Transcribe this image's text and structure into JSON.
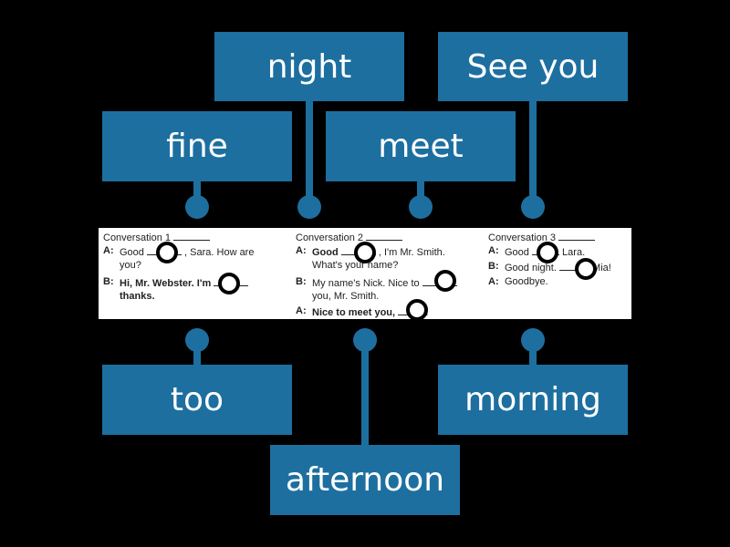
{
  "tiles": {
    "night": "night",
    "see_you": "See you",
    "fine": "fine",
    "meet": "meet",
    "too": "too",
    "afternoon": "afternoon",
    "morning": "morning"
  },
  "conversations": [
    {
      "title": "Conversation 1",
      "lines": [
        {
          "speaker": "A:",
          "text": "Good",
          "after": ", Sara. How are",
          "cont": "you?"
        },
        {
          "speaker": "B:",
          "text": "Hi, Mr. Webster. I'm",
          "cont": "thanks."
        }
      ]
    },
    {
      "title": "Conversation 2",
      "lines": [
        {
          "speaker": "A:",
          "text": "Good",
          "after": ", I'm Mr. Smith.",
          "cont": "What's your name?"
        },
        {
          "speaker": "B:",
          "text": "My name's Nick. Nice to",
          "cont": "you, Mr. Smith."
        },
        {
          "speaker": "A:",
          "text": "Nice to meet you,",
          "after": "."
        }
      ]
    },
    {
      "title": "Conversation 3",
      "lines": [
        {
          "speaker": "A:",
          "text": "Good",
          "after": "Lara."
        },
        {
          "speaker": "B:",
          "text": "Good night.",
          "after": ", Mia!"
        },
        {
          "speaker": "A:",
          "text": "Goodbye."
        }
      ]
    }
  ]
}
